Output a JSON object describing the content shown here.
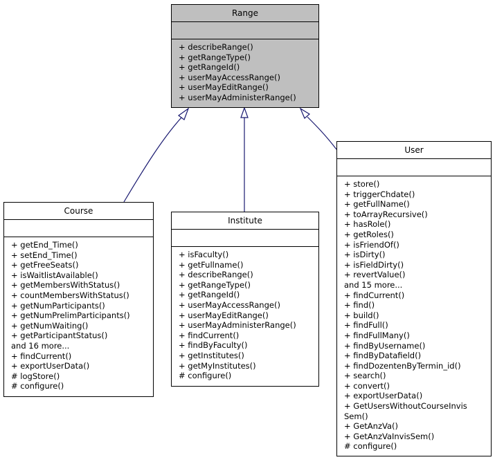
{
  "classes": {
    "range": {
      "name": "Range",
      "operations": [
        "+ describeRange()",
        "+ getRangeType()",
        "+ getRangeId()",
        "+ userMayAccessRange()",
        "+ userMayEditRange()",
        "+ userMayAdministerRange()"
      ]
    },
    "course": {
      "name": "Course",
      "operations": [
        "+ getEnd_Time()",
        "+ setEnd_Time()",
        "+ getFreeSeats()",
        "+ isWaitlistAvailable()",
        "+ getMembersWithStatus()",
        "+ countMembersWithStatus()",
        "+ getNumParticipants()",
        "+ getNumPrelimParticipants()",
        "+ getNumWaiting()",
        "+ getParticipantStatus()",
        "and 16 more...",
        "+ findCurrent()",
        "+ exportUserData()",
        "# logStore()",
        "# configure()"
      ]
    },
    "institute": {
      "name": "Institute",
      "operations": [
        "+ isFaculty()",
        "+ getFullname()",
        "+ describeRange()",
        "+ getRangeType()",
        "+ getRangeId()",
        "+ userMayAccessRange()",
        "+ userMayEditRange()",
        "+ userMayAdministerRange()",
        "+ findCurrent()",
        "+ findByFaculty()",
        "+ getInstitutes()",
        "+ getMyInstitutes()",
        "# configure()"
      ]
    },
    "user": {
      "name": "User",
      "operations": [
        "+ store()",
        "+ triggerChdate()",
        "+ getFullName()",
        "+ toArrayRecursive()",
        "+ hasRole()",
        "+ getRoles()",
        "+ isFriendOf()",
        "+ isDirty()",
        "+ isFieldDirty()",
        "+ revertValue()",
        "and 15 more...",
        "+ findCurrent()",
        "+ find()",
        "+ build()",
        "+ findFull()",
        "+ findFullMany()",
        "+ findByUsername()",
        "+ findByDatafield()",
        "+ findDozentenByTermin_id()",
        "+ search()",
        "+ convert()",
        "+ exportUserData()",
        "+ GetUsersWithoutCourseInvis",
        "Sem()",
        "+ GetAnzVa()",
        "+ GetAnzVaInvisSem()",
        "# configure()"
      ]
    }
  },
  "colors": {
    "edge": "#191970",
    "base_fill": "#bfbfbf"
  }
}
